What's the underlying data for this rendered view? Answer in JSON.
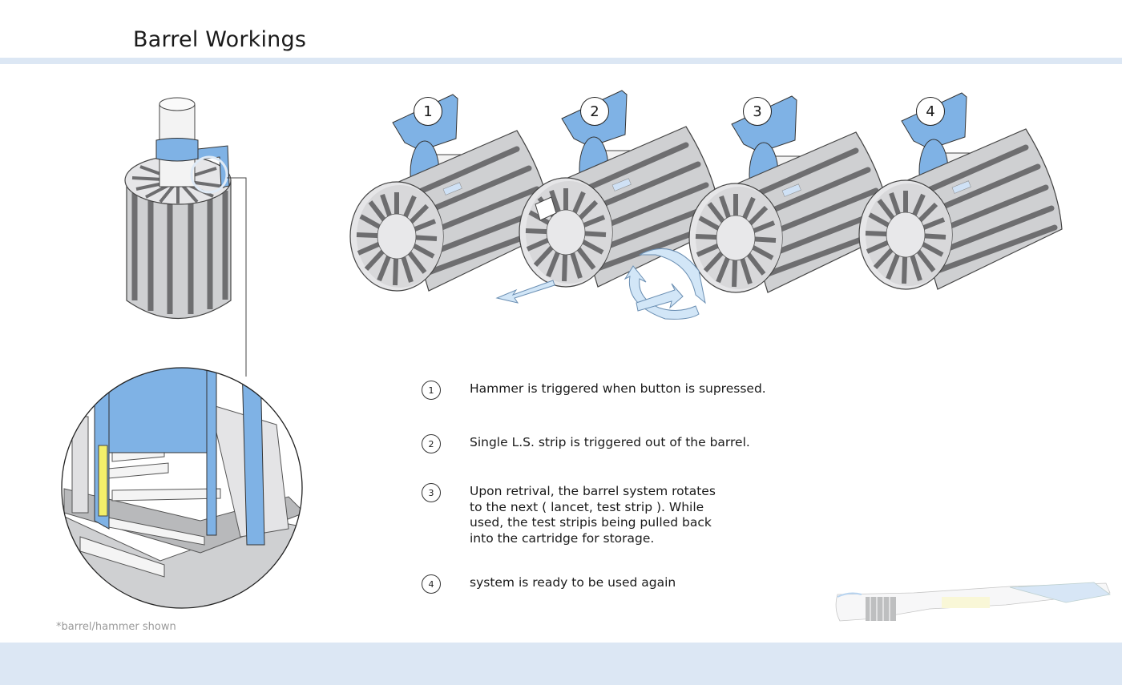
{
  "page": {
    "title": "Barrel Workings"
  },
  "stage_numbers": [
    "1",
    "2",
    "3",
    "4"
  ],
  "steps": [
    {
      "number": "1",
      "text": "Hammer is triggered when button is supressed."
    },
    {
      "number": "2",
      "text": "Single L.S. strip is triggered out of the barrel."
    },
    {
      "number": "3",
      "text": "Upon retrival, the barrel system rotates\nto the next ( lancet, test strip ). While\nused, the test stripis being pulled back\ninto the cartridge for storage."
    },
    {
      "number": "4",
      "text": "system is ready to be used again"
    }
  ],
  "footnote": "*barrel/hammer shown",
  "colors": {
    "band": "#dce7f4",
    "hammer_blue": "#7fb2e5",
    "barrel_grey": "#cfd0d2",
    "strip_yellow": "#f3ef6a",
    "arrow_blue": "#d2e6f7"
  }
}
